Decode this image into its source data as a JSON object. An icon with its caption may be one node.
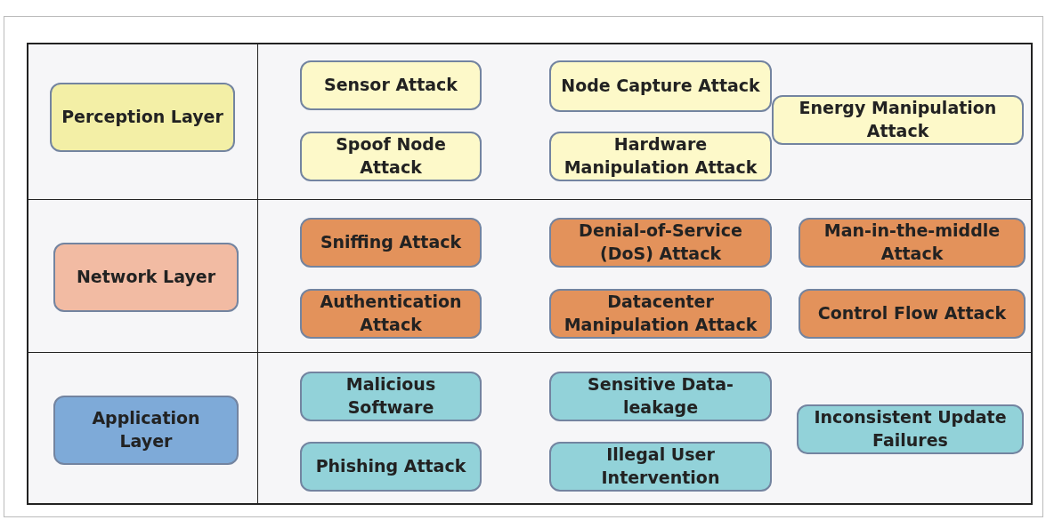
{
  "diagram": {
    "nodes": [
      {
        "text": [
          "Perception Layer"
        ]
      },
      {
        "text": [
          "Sensor Attack"
        ]
      },
      {
        "text": [
          "Node Capture Attack"
        ]
      },
      {
        "text": [
          "Energy Manipulation Attack"
        ]
      },
      {
        "text": [
          "Spoof Node Attack"
        ]
      },
      {
        "text": [
          "Hardware Manipulation Attack"
        ]
      },
      {
        "text": [
          "Network Layer"
        ]
      },
      {
        "text": [
          "Sniffing Attack"
        ]
      },
      {
        "text": [
          "Denial-of-Service (DoS) Attack"
        ]
      },
      {
        "text": [
          "Man-in-the-middle Attack"
        ]
      },
      {
        "text": [
          "Authentication Attack"
        ]
      },
      {
        "text": [
          "Datacenter Manipulation Attack"
        ]
      },
      {
        "text": [
          "Control Flow Attack"
        ]
      },
      {
        "text": [
          "Application Layer"
        ]
      },
      {
        "text": [
          "Malicious Software"
        ]
      },
      {
        "text": [
          "Sensitive Data-leakage"
        ]
      },
      {
        "text": [
          "Inconsistent Update Failures"
        ]
      },
      {
        "text": [
          "Phishing Attack"
        ]
      },
      {
        "text": [
          "Illegal User Intervention"
        ]
      }
    ]
  }
}
